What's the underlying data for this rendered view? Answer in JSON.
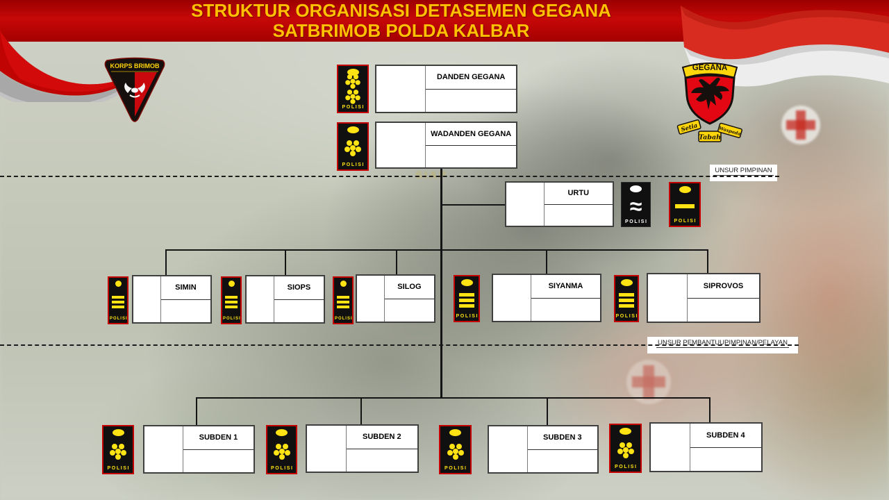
{
  "slide_title": {
    "line1": "STRUKTUR ORGANISASI DETASEMEN GEGANA",
    "line2": "SATBRIMOB POLDA KALBAR"
  },
  "badge_korps": {
    "label": "KORPS BRIMOB"
  },
  "badge_gegana": {
    "label": "GEGANA",
    "motto_left": "Setia",
    "motto_center": "Tabah",
    "motto_right": "Waspada"
  },
  "separators": {
    "pimpinan": "UNSUR PIMPINAN",
    "pembantu": "UNSUR PEMBANTUUPIMPINAN/PELAYAN"
  },
  "polisi_label": "POLISI",
  "icons": {
    "double_wave": "≈"
  },
  "background": {
    "photo_text": "SIAP"
  },
  "units": {
    "danden": {
      "title": "DANDEN GEGANA",
      "rank": "two-gold-flowers"
    },
    "wadanden": {
      "title": "WADANDEN GEGANA",
      "rank": "one-gold-flower"
    },
    "urtu": {
      "title": "URTU",
      "rank_left": "silver-double-wave",
      "rank_right": "one-gold-bar"
    },
    "simin": {
      "title": "SIMIN",
      "rank": "three-gold-bars"
    },
    "siops": {
      "title": "SIOPS",
      "rank": "three-gold-bars"
    },
    "silog": {
      "title": "SILOG",
      "rank": "three-gold-bars"
    },
    "siyanma": {
      "title": "SIYANMA",
      "rank": "three-gold-bars"
    },
    "siprovos": {
      "title": "SIPROVOS",
      "rank": "three-gold-bars"
    },
    "subden1": {
      "title": "SUBDEN 1",
      "rank": "one-gold-flower"
    },
    "subden2": {
      "title": "SUBDEN 2",
      "rank": "one-gold-flower"
    },
    "subden3": {
      "title": "SUBDEN 3",
      "rank": "one-gold-flower"
    },
    "subden4": {
      "title": "SUBDEN 4",
      "rank": "one-gold-flower"
    }
  },
  "colors": {
    "banner_red": "#b30404",
    "title_gold": "#ffc000",
    "insignia_yellow": "#ffe313",
    "insignia_border_red": "#c40000",
    "badge_red": "#e30613",
    "badge_yellow": "#ffd60a"
  }
}
